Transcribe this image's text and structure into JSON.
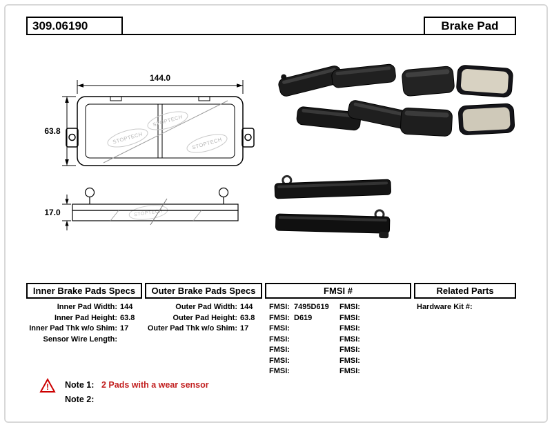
{
  "header": {
    "part_number": "309.06190",
    "product_title": "Brake Pad"
  },
  "drawing": {
    "width_dim": "144.0",
    "height_dim": "63.8",
    "thickness_dim": "17.0",
    "watermark": "STOPTECH"
  },
  "specs": {
    "inner": {
      "header": "Inner Brake Pads Specs",
      "rows": [
        {
          "label": "Inner Pad Width:",
          "value": "144"
        },
        {
          "label": "Inner Pad Height:",
          "value": "63.8"
        },
        {
          "label": "Inner Pad Thk w/o Shim:",
          "value": "17"
        },
        {
          "label": "Sensor Wire Length:",
          "value": ""
        }
      ]
    },
    "outer": {
      "header": "Outer Brake Pads Specs",
      "rows": [
        {
          "label": "Outer Pad Width:",
          "value": "144"
        },
        {
          "label": "Outer Pad Height:",
          "value": "63.8"
        },
        {
          "label": "Outer Pad Thk w/o Shim:",
          "value": "17"
        }
      ]
    },
    "fmsi": {
      "header": "FMSI #",
      "left": [
        {
          "label": "FMSI:",
          "value": "7495D619"
        },
        {
          "label": "FMSI:",
          "value": "D619"
        },
        {
          "label": "FMSI:",
          "value": ""
        },
        {
          "label": "FMSI:",
          "value": ""
        },
        {
          "label": "FMSI:",
          "value": ""
        },
        {
          "label": "FMSI:",
          "value": ""
        },
        {
          "label": "FMSI:",
          "value": ""
        }
      ],
      "right": [
        {
          "label": "FMSI:",
          "value": ""
        },
        {
          "label": "FMSI:",
          "value": ""
        },
        {
          "label": "FMSI:",
          "value": ""
        },
        {
          "label": "FMSI:",
          "value": ""
        },
        {
          "label": "FMSI:",
          "value": ""
        },
        {
          "label": "FMSI:",
          "value": ""
        },
        {
          "label": "FMSI:",
          "value": ""
        }
      ]
    },
    "related": {
      "header": "Related Parts",
      "rows": [
        {
          "label": "Hardware Kit #:",
          "value": ""
        }
      ]
    }
  },
  "notes": {
    "warning_symbol": "!",
    "note1_label": "Note 1:",
    "note1_text": "2 Pads with a wear sensor",
    "note2_label": "Note 2:",
    "note2_text": ""
  },
  "colors": {
    "accent_red": "#cc0000",
    "ink": "#000000",
    "frame_gray": "#d8d8d8"
  }
}
